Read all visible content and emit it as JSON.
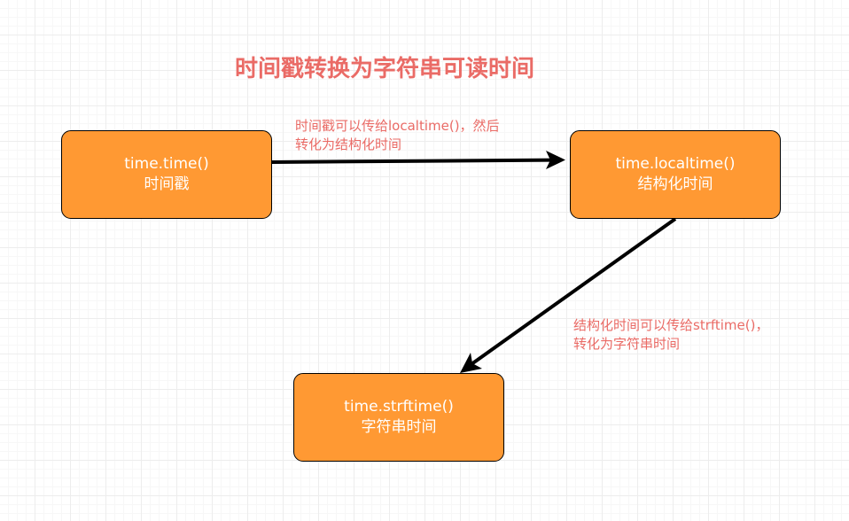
{
  "title": "时间戳转换为字符串可读时间",
  "nodes": {
    "time": {
      "line1": "time.time()",
      "line2": "时间戳"
    },
    "localtime": {
      "line1": "time.localtime()",
      "line2": "结构化时间"
    },
    "strftime": {
      "line1": "time.strftime()",
      "line2": "字符串时间"
    }
  },
  "annotations": {
    "first": {
      "line1": "时间戳可以传给localtime()，然后",
      "line2": "转化为结构化时间"
    },
    "second": {
      "line1": "结构化时间可以传给strftime()，",
      "line2": "转化为字符串时间"
    }
  },
  "colors": {
    "node_fill": "#ff9933",
    "node_text": "#ffffff",
    "accent_text": "#ea6b66",
    "arrow": "#000000"
  }
}
